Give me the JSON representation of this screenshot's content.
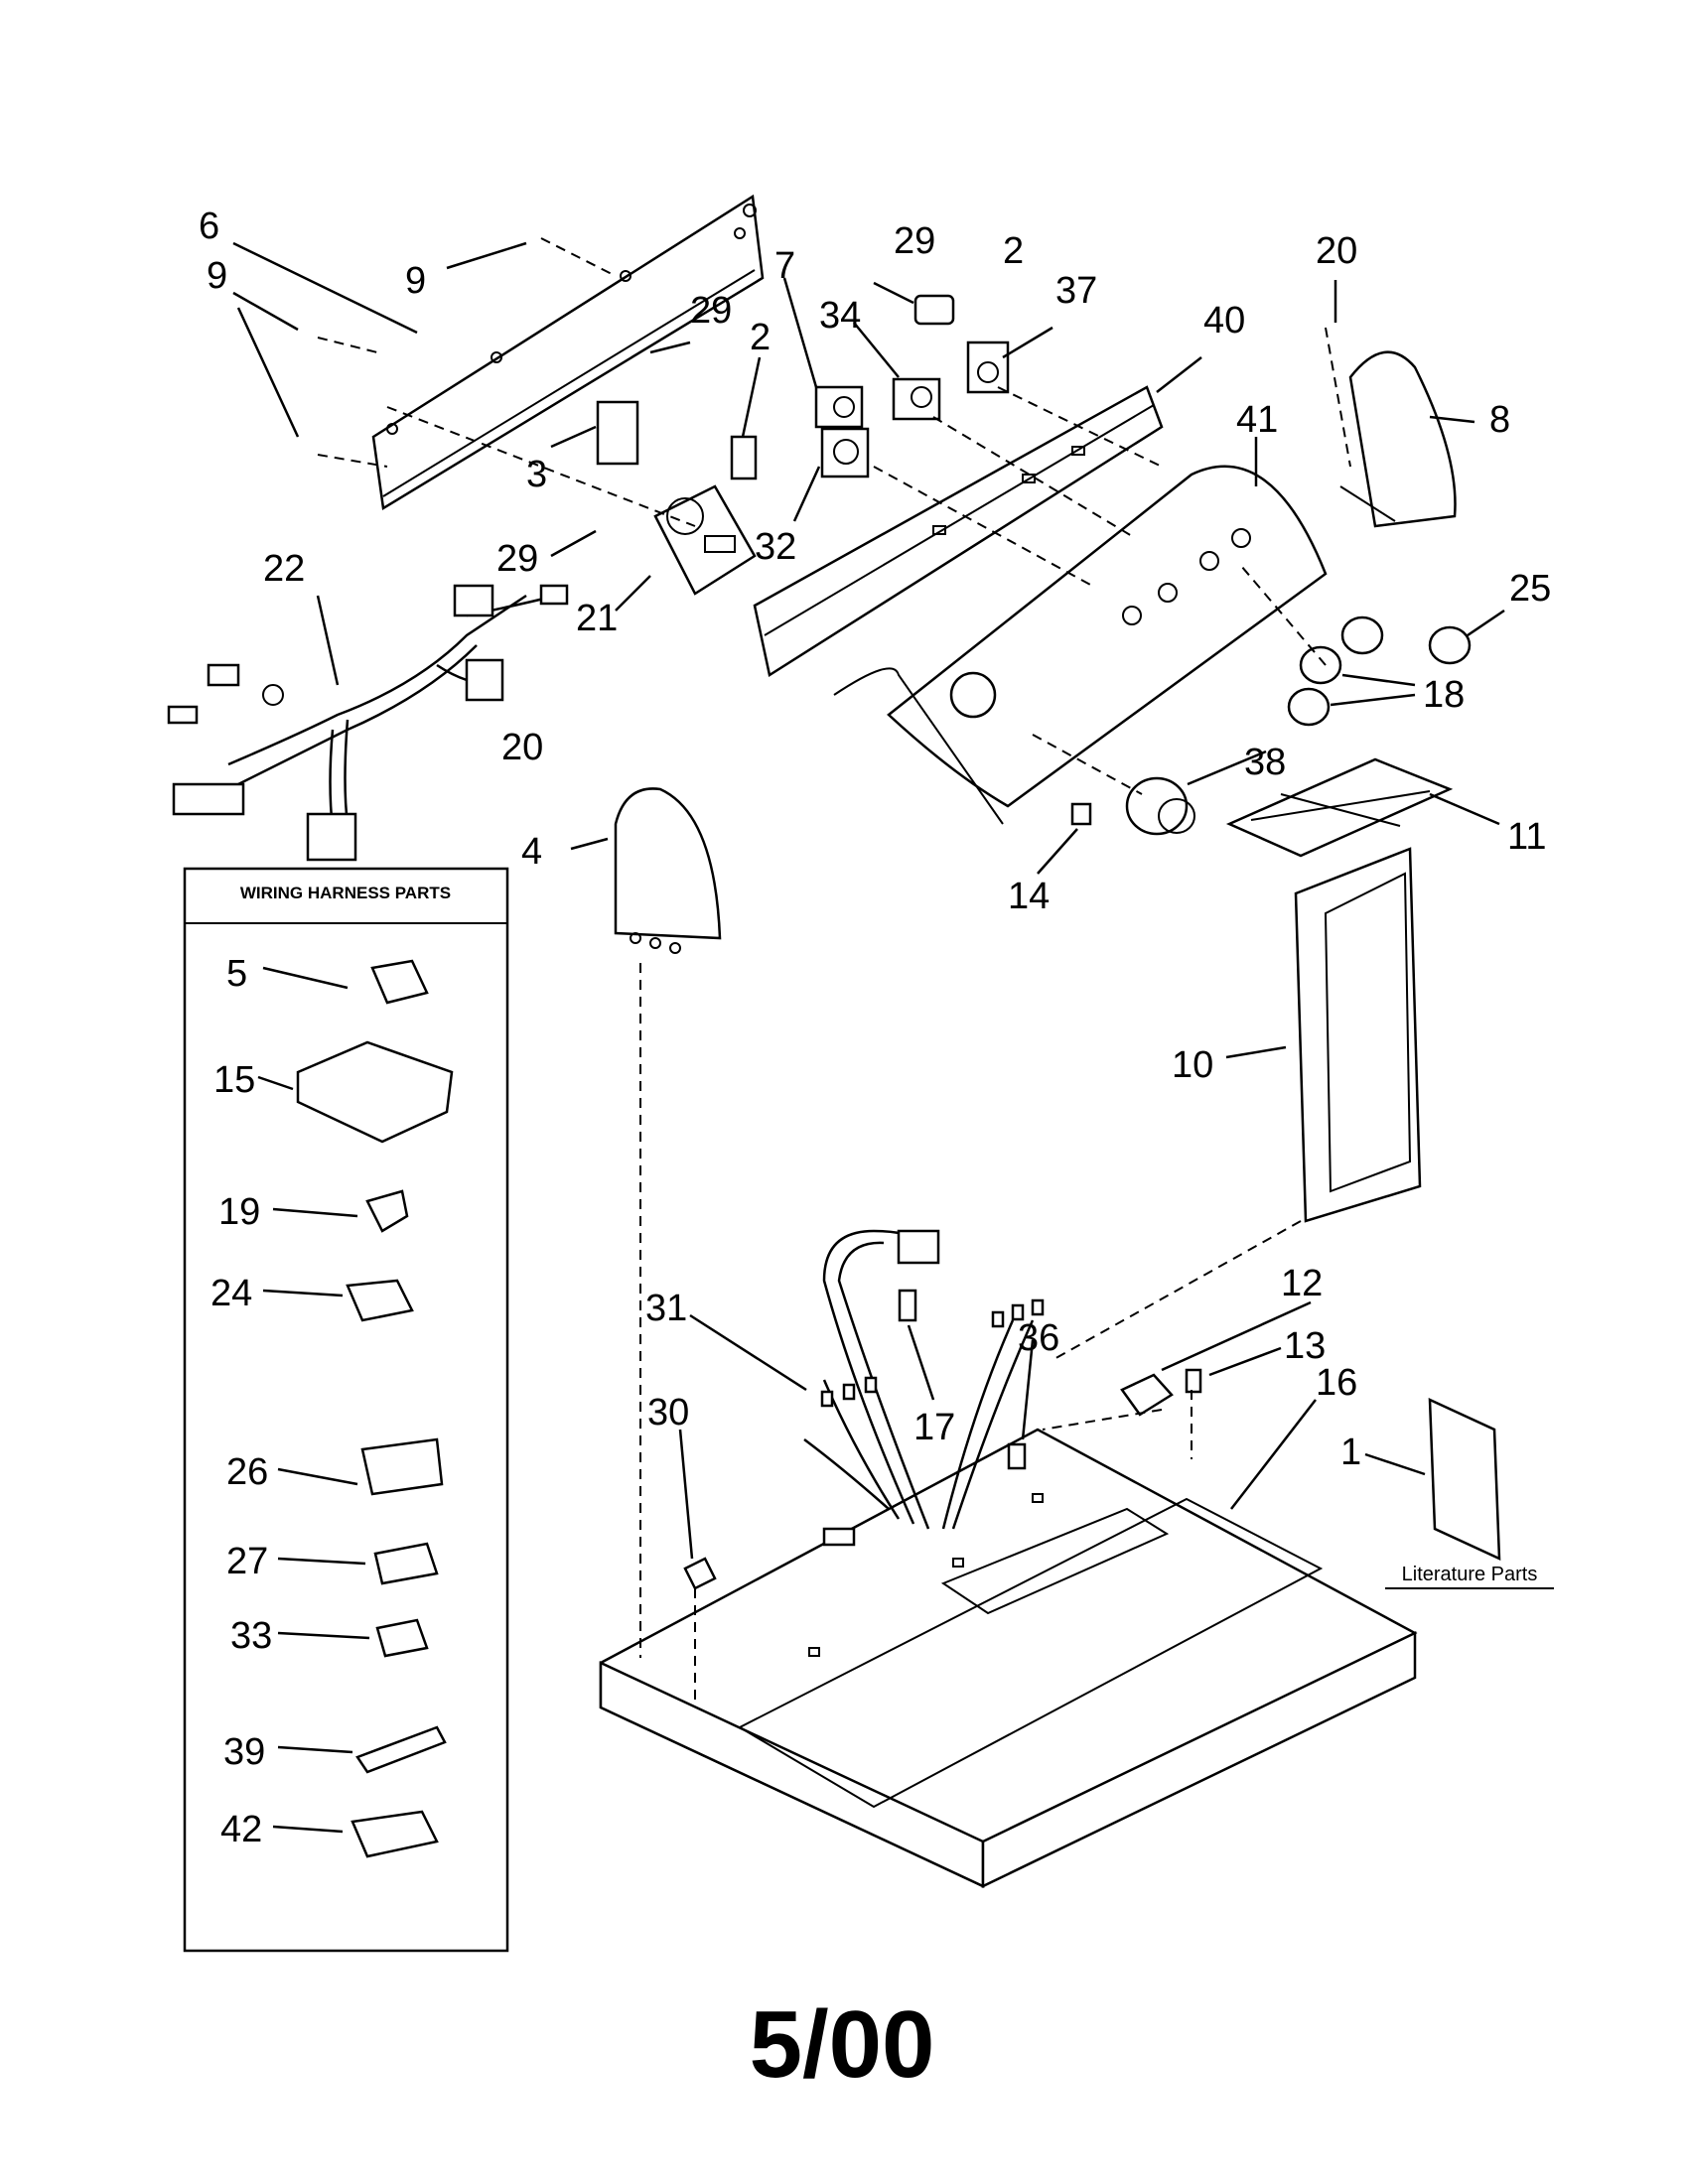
{
  "callouts": [
    {
      "id": "6",
      "label": "6"
    },
    {
      "id": "9a",
      "label": "9"
    },
    {
      "id": "9b",
      "label": "9"
    },
    {
      "id": "29a",
      "label": "29"
    },
    {
      "id": "2a",
      "label": "2"
    },
    {
      "id": "7",
      "label": "7"
    },
    {
      "id": "34",
      "label": "34"
    },
    {
      "id": "37",
      "label": "37"
    },
    {
      "id": "20a",
      "label": "20"
    },
    {
      "id": "40",
      "label": "40"
    },
    {
      "id": "41",
      "label": "41"
    },
    {
      "id": "8",
      "label": "8"
    },
    {
      "id": "29b",
      "label": "29"
    },
    {
      "id": "2b",
      "label": "2"
    },
    {
      "id": "3",
      "label": "3"
    },
    {
      "id": "29c",
      "label": "29"
    },
    {
      "id": "32",
      "label": "32"
    },
    {
      "id": "21",
      "label": "21"
    },
    {
      "id": "22",
      "label": "22"
    },
    {
      "id": "25",
      "label": "25"
    },
    {
      "id": "18",
      "label": "18"
    },
    {
      "id": "20b",
      "label": "20"
    },
    {
      "id": "38",
      "label": "38"
    },
    {
      "id": "11",
      "label": "11"
    },
    {
      "id": "4",
      "label": "4"
    },
    {
      "id": "14",
      "label": "14"
    },
    {
      "id": "10",
      "label": "10"
    },
    {
      "id": "31",
      "label": "31"
    },
    {
      "id": "12",
      "label": "12"
    },
    {
      "id": "36",
      "label": "36"
    },
    {
      "id": "13",
      "label": "13"
    },
    {
      "id": "16",
      "label": "16"
    },
    {
      "id": "30",
      "label": "30"
    },
    {
      "id": "17",
      "label": "17"
    },
    {
      "id": "1",
      "label": "1"
    },
    {
      "id": "5",
      "label": "5"
    },
    {
      "id": "15",
      "label": "15"
    },
    {
      "id": "19",
      "label": "19"
    },
    {
      "id": "24",
      "label": "24"
    },
    {
      "id": "26",
      "label": "26"
    },
    {
      "id": "27",
      "label": "27"
    },
    {
      "id": "33",
      "label": "33"
    },
    {
      "id": "39",
      "label": "39"
    },
    {
      "id": "42",
      "label": "42"
    }
  ],
  "wiring_box": {
    "title": "WIRING HARNESS PARTS"
  },
  "literature": {
    "label": "Literature Parts"
  },
  "footer": {
    "date": "5/00"
  }
}
